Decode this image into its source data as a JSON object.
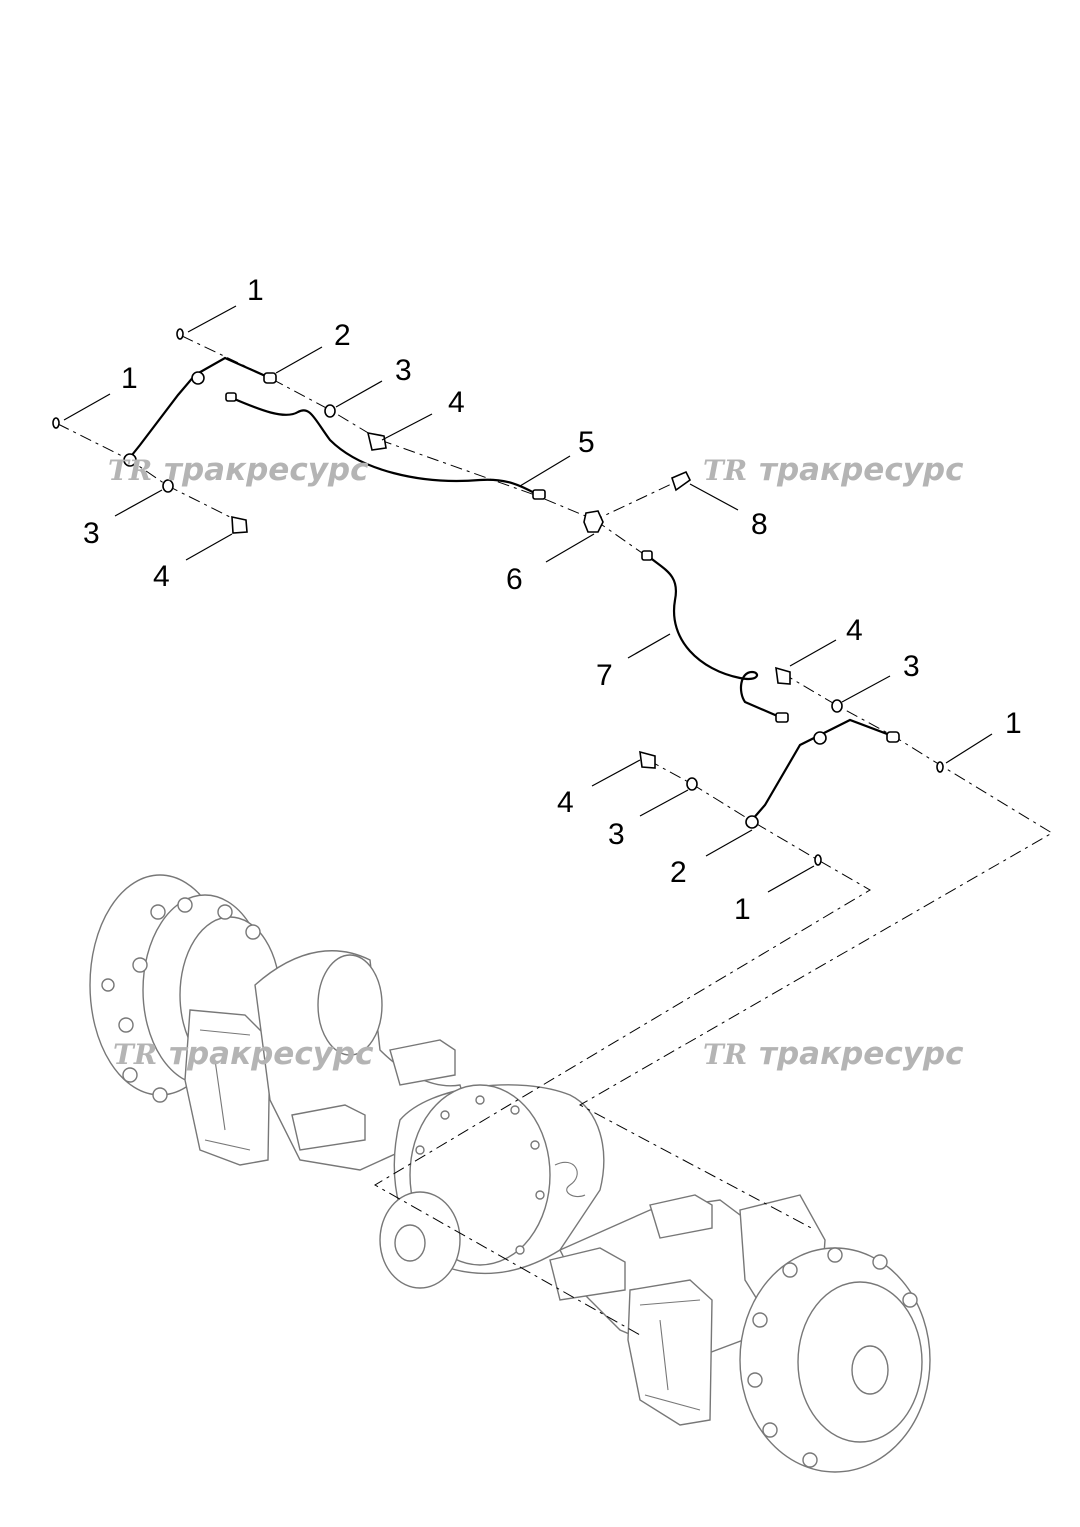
{
  "callouts": [
    {
      "id": "c1a",
      "label": "1"
    },
    {
      "id": "c1b",
      "label": "1"
    },
    {
      "id": "c2a",
      "label": "2"
    },
    {
      "id": "c3a",
      "label": "3"
    },
    {
      "id": "c4a",
      "label": "4"
    },
    {
      "id": "c3b",
      "label": "3"
    },
    {
      "id": "c4b",
      "label": "4"
    },
    {
      "id": "c5",
      "label": "5"
    },
    {
      "id": "c6",
      "label": "6"
    },
    {
      "id": "c7",
      "label": "7"
    },
    {
      "id": "c8",
      "label": "8"
    },
    {
      "id": "c4c",
      "label": "4"
    },
    {
      "id": "c3c",
      "label": "3"
    },
    {
      "id": "c1c",
      "label": "1"
    },
    {
      "id": "c4d",
      "label": "4"
    },
    {
      "id": "c3d",
      "label": "3"
    },
    {
      "id": "c2b",
      "label": "2"
    },
    {
      "id": "c1d",
      "label": "1"
    }
  ],
  "watermark": {
    "logo": "TR",
    "text": "тракресурс",
    "color": "#b4b4b4"
  }
}
